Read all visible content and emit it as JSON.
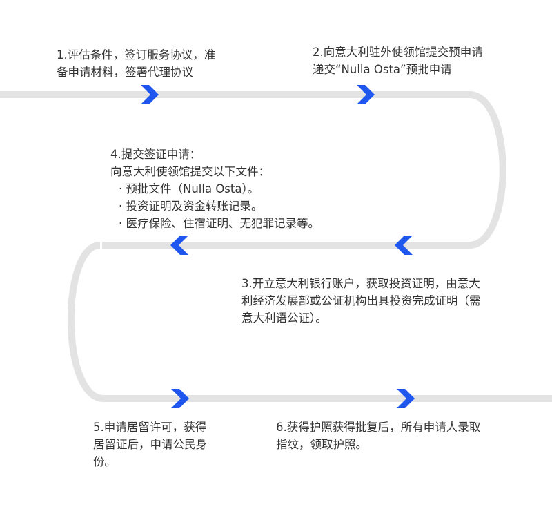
{
  "colors": {
    "track": "#e3e3e3",
    "arrow": "#1f56ee",
    "text": "#333333"
  },
  "steps": [
    {
      "lines": [
        "1.评估条件，签订服务协议，准",
        "备申请材料，签署代理协议"
      ]
    },
    {
      "lines": [
        "2.向意大利驻外使领馆提交预申请",
        "递交“Nulla Osta”预批申请"
      ]
    },
    {
      "lines": [
        "3.开立意大利银行账户，获取投资证明，由意大",
        "利经济发展部或公证机构出具投资完成证明（需",
        "意大利语公证）。"
      ]
    },
    {
      "lines": [
        "4.提交签证申请：",
        "向意大利使领馆提交以下文件：",
        "· 预批文件（Nulla Osta）。",
        "· 投资证明及资金转账记录。",
        "· 医疗保险、住宿证明、无犯罪记录等。"
      ]
    },
    {
      "lines": [
        "5.申请居留许可，获得",
        "居留证后，申请公民身",
        "份。"
      ]
    },
    {
      "lines": [
        "6.获得护照获得批复后，所有申请人录取",
        "指纹，领取护照。"
      ]
    }
  ]
}
